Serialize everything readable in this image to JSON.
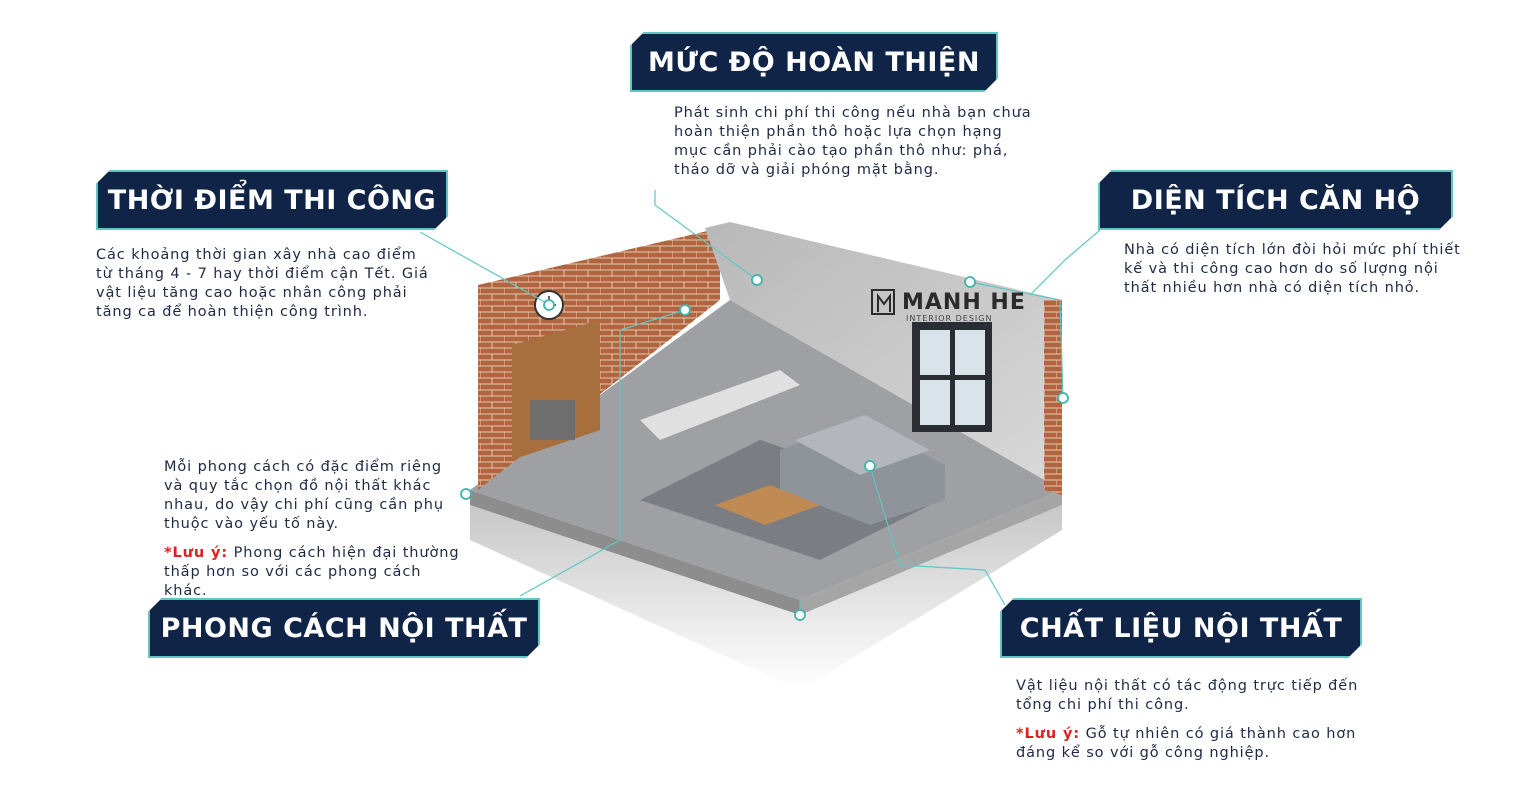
{
  "brand": {
    "name": "MANH HE",
    "tagline": "INTERIOR DESIGN"
  },
  "callouts": {
    "finish_level": {
      "title": "MỨC ĐỘ HOÀN THIỆN",
      "desc": "Phát sinh chi phí thi công nếu nhà bạn chưa hoàn thiện phần thô hoặc lựa chọn hạng mục cần phải cào tạo phần thô như: phá, tháo dỡ và giải phóng mặt bằng."
    },
    "construction_time": {
      "title": "THỜI ĐIỂM THI CÔNG",
      "desc": "Các khoảng thời gian xây nhà cao điểm từ tháng 4 - 7 hay thời điểm cận Tết. Giá vật liệu tăng cao hoặc nhân công phải tăng ca để hoàn thiện công trình."
    },
    "apartment_area": {
      "title": "DIỆN TÍCH CĂN HỘ",
      "desc": "Nhà có diện tích lớn đòi hỏi mức phí thiết kế và thi công cao hơn do số lượng nội thất nhiều hơn nhà có diện tích nhỏ."
    },
    "interior_style": {
      "title": "PHONG CÁCH NỘI THẤT",
      "desc": "Mỗi phong cách có đặc điểm riêng và quy tắc chọn đồ nội thất khác nhau, do vậy chi phí cũng cần phụ thuộc vào yếu tố này.",
      "note_label": "*Lưu ý:",
      "note_text": " Phong cách hiện đại thường thấp hơn so với các phong cách khác."
    },
    "interior_material": {
      "title": "CHẤT LIỆU NỘI THẤT",
      "desc": "Vật liệu nội thất có tác động trực tiếp đến tổng chi phí thi công.",
      "note_label": "*Lưu ý:",
      "note_text": " Gỗ tự nhiên có giá thành cao hơn đáng kể so với gỗ công nghiệp."
    }
  },
  "colors": {
    "navy": "#0f2447",
    "teal": "#5ec7c2",
    "brick": "#b0653f",
    "concrete": "#c9c9c9",
    "note_red": "#e02020"
  }
}
